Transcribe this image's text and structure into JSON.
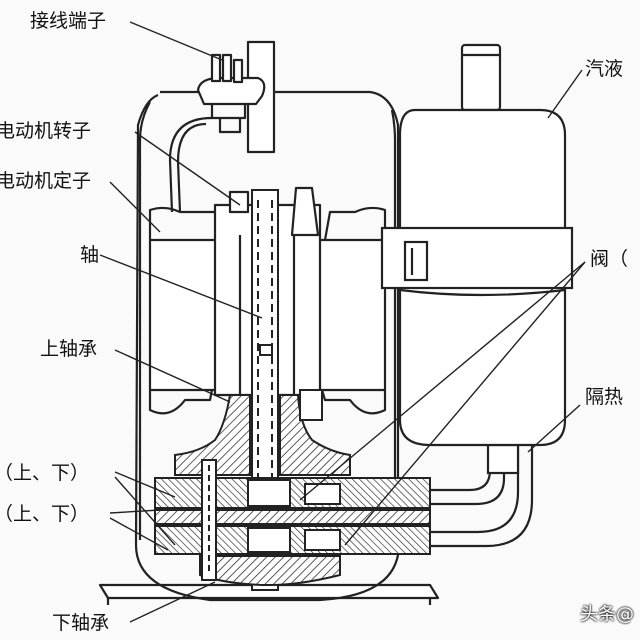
{
  "labels": {
    "terminal": "接线端子",
    "rotor": "电动机转子",
    "stator": "电动机定子",
    "shaft": "轴",
    "upper_bearing": "上轴承",
    "upper_lower_1": "（上、下）",
    "upper_lower_2": "（上、下）",
    "lower_bearing": "下轴承",
    "accumulator": "汽液",
    "valve": "阀（",
    "insulation": "隔热"
  },
  "watermark": "头条@"
}
